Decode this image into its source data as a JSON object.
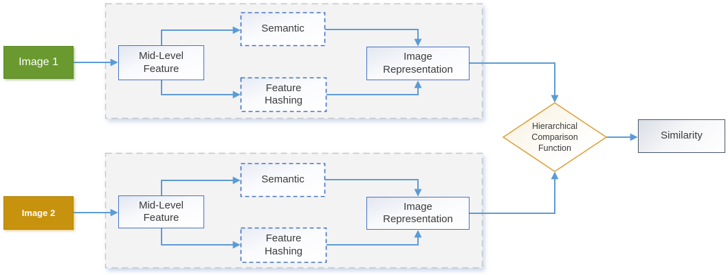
{
  "diagram": {
    "inputs": {
      "image1": "Image 1",
      "image2": "Image 2"
    },
    "pipeline1": {
      "mid_level_feature": "Mid-Level Feature",
      "semantic": "Semantic",
      "feature_hashing": "Feature Hashing",
      "image_representation": "Image Representation"
    },
    "pipeline2": {
      "mid_level_feature": "Mid-Level Feature",
      "semantic": "Semantic",
      "feature_hashing": "Feature Hashing",
      "image_representation": "Image Representation"
    },
    "decision": {
      "label": "Hierarchical Comparison Function"
    },
    "output": {
      "label": "Similarity"
    },
    "colors": {
      "image1_fill": "#6A9A2F",
      "image2_fill": "#C7920E",
      "connector": "#5B9BD5",
      "box_border": "#4472C4",
      "diamond_border": "#DFA13C",
      "similarity_border": "#44546A",
      "container_fill": "#F3F3F3",
      "container_border": "#C6C6C6",
      "label_text": "#3A3A3A"
    }
  }
}
